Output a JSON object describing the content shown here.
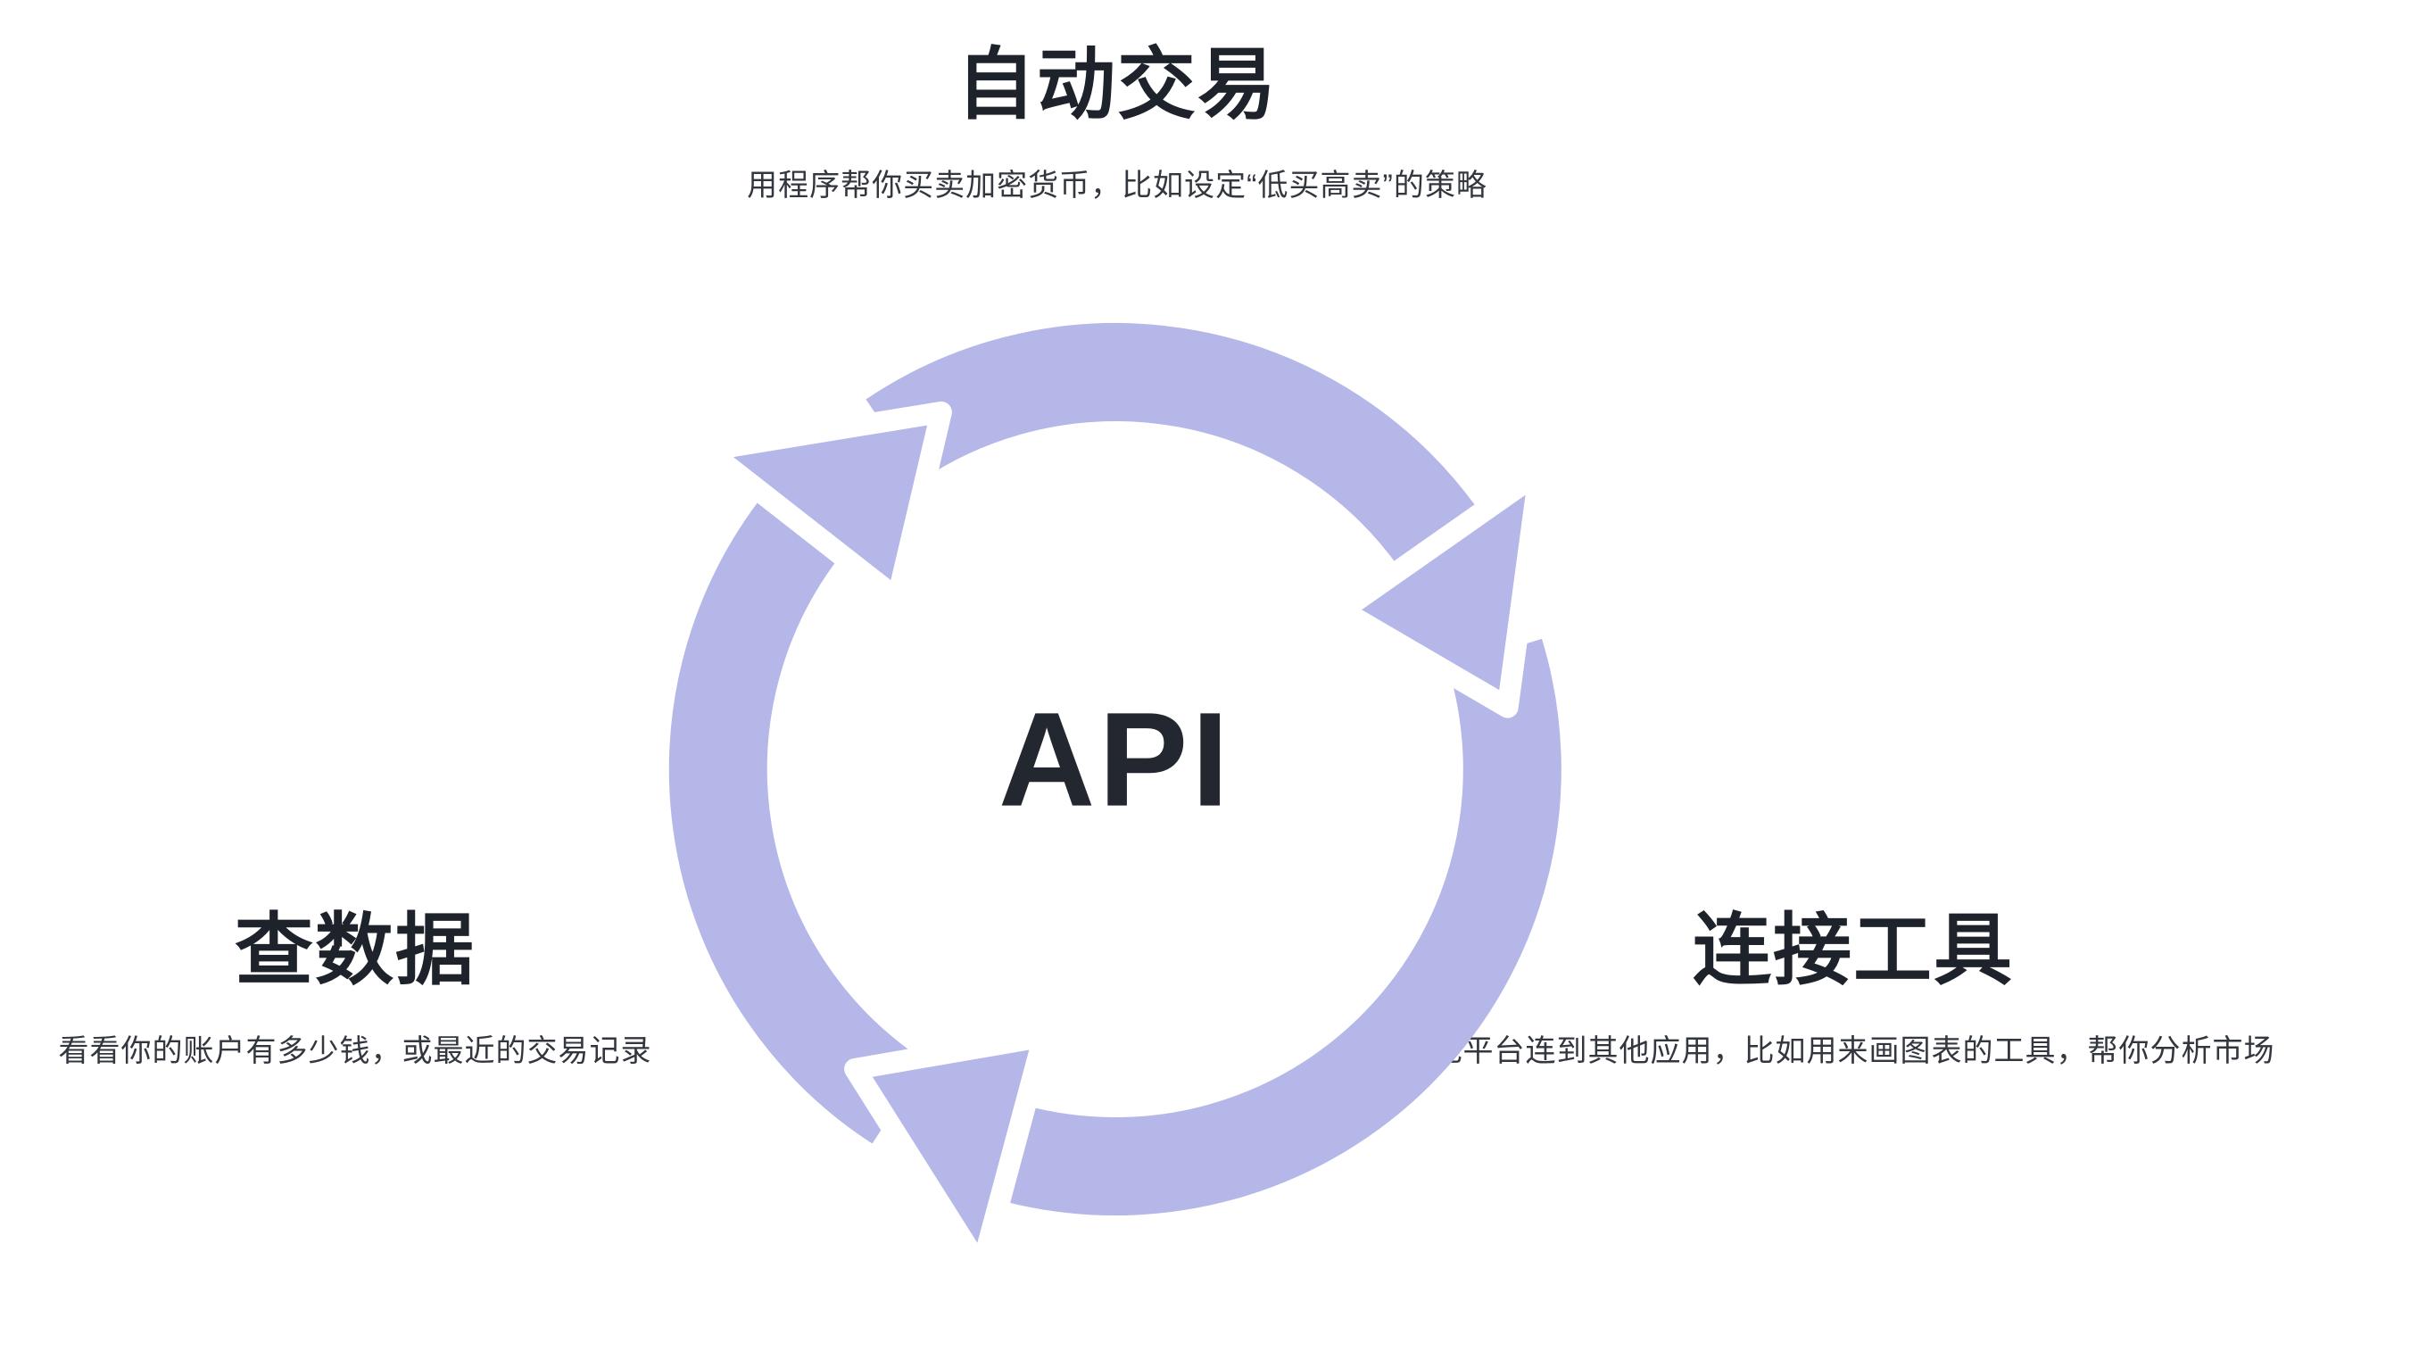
{
  "colors": {
    "accent": "#b4b7e8",
    "text_dark": "#1e222a",
    "text_body": "#32363e",
    "background": "#ffffff"
  },
  "center": {
    "label": "API"
  },
  "nodes": {
    "top": {
      "title": "自动交易",
      "description": "用程序帮你买卖加密货币，比如设定“低买高卖”的策略"
    },
    "left": {
      "title": "查数据",
      "description": "看看你的账户有多少钱，或最近的交易记录"
    },
    "right": {
      "title": "连接工具",
      "description": "把平台连到其他应用，比如用来画图表的工具，帮你分析市场"
    }
  },
  "diagram": {
    "type": "cycle",
    "segments": 3,
    "direction": "clockwise"
  }
}
